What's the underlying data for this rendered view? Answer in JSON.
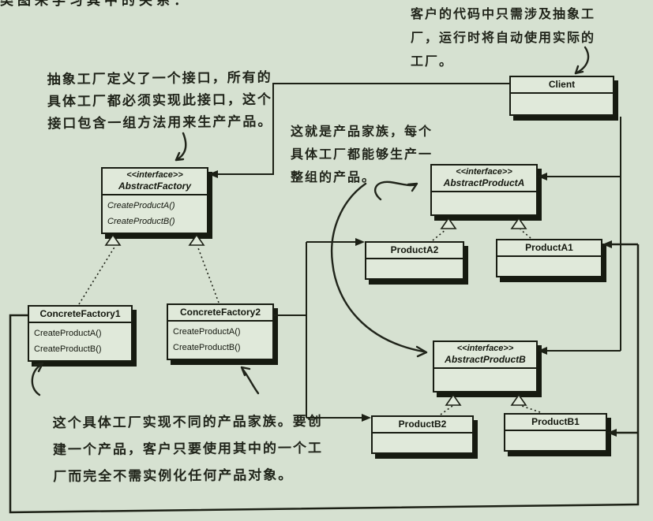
{
  "page": {
    "background_color": "#d6e1d1",
    "ink_color": "#1b1f17",
    "top_clipped_text": "类图来学习其中的关系："
  },
  "annotations": {
    "abstract_factory_note": {
      "lines": [
        "抽象工厂定义了一个接口，所有的",
        "具体工厂都必须实现此接口，这个",
        "接口包含一组方法用来生产产品。"
      ]
    },
    "client_note": {
      "lines": [
        "客户的代码中只需涉及抽象工",
        "厂，运行时将自动使用实际的",
        "工厂。"
      ]
    },
    "product_family_note": {
      "lines": [
        "这就是产品家族，每个",
        "具体工厂都能够生产一",
        "整组的产品。"
      ]
    },
    "concrete_factory_note": {
      "lines": [
        "这个具体工厂实现不同的产品家族。要创",
        "建一个产品，客户只要使用其中的一个工",
        "厂而完全不需实例化任何产品对象。"
      ]
    }
  },
  "classes": {
    "client": {
      "name": "Client"
    },
    "abstract_factory": {
      "stereotype": "<<interface>>",
      "name": "AbstractFactory",
      "methods": [
        "CreateProductA()",
        "CreateProductB()"
      ]
    },
    "concrete_factory1": {
      "name": "ConcreteFactory1",
      "methods": [
        "CreateProductA()",
        "CreateProductB()"
      ]
    },
    "concrete_factory2": {
      "name": "ConcreteFactory2",
      "methods": [
        "CreateProductA()",
        "CreateProductB()"
      ]
    },
    "abstract_product_a": {
      "stereotype": "<<interface>>",
      "name": "AbstractProductA"
    },
    "product_a2": {
      "name": "ProductA2"
    },
    "product_a1": {
      "name": "ProductA1"
    },
    "abstract_product_b": {
      "stereotype": "<<interface>>",
      "name": "AbstractProductB"
    },
    "product_b2": {
      "name": "ProductB2"
    },
    "product_b1": {
      "name": "ProductB1"
    }
  }
}
